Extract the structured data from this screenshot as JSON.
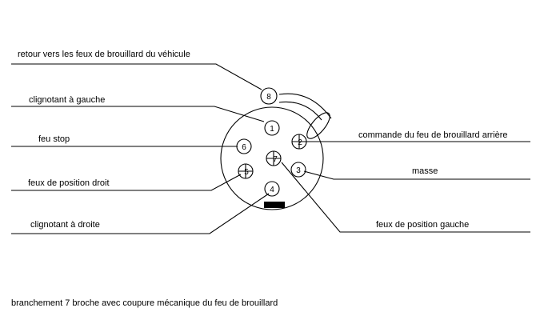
{
  "labels": {
    "retour": "retour vers les feux de brouillard du véhicule",
    "clignotant_gauche": "clignotant à gauche",
    "feu_stop": "feu stop",
    "feux_position_droit": "feux de position droit",
    "clignotant_droite": "clignotant à droite",
    "commande": "commande du feu de brouillard arrière",
    "masse": "masse",
    "feux_position_gauche": "feux de position gauche"
  },
  "pins": {
    "p1": "1",
    "p2": "2",
    "p3": "3",
    "p4": "4",
    "p5": "5",
    "p6": "6",
    "p7": "7",
    "p8": "8"
  },
  "caption": "branchement 7 broche avec coupure mécanique du feu de brouillard"
}
